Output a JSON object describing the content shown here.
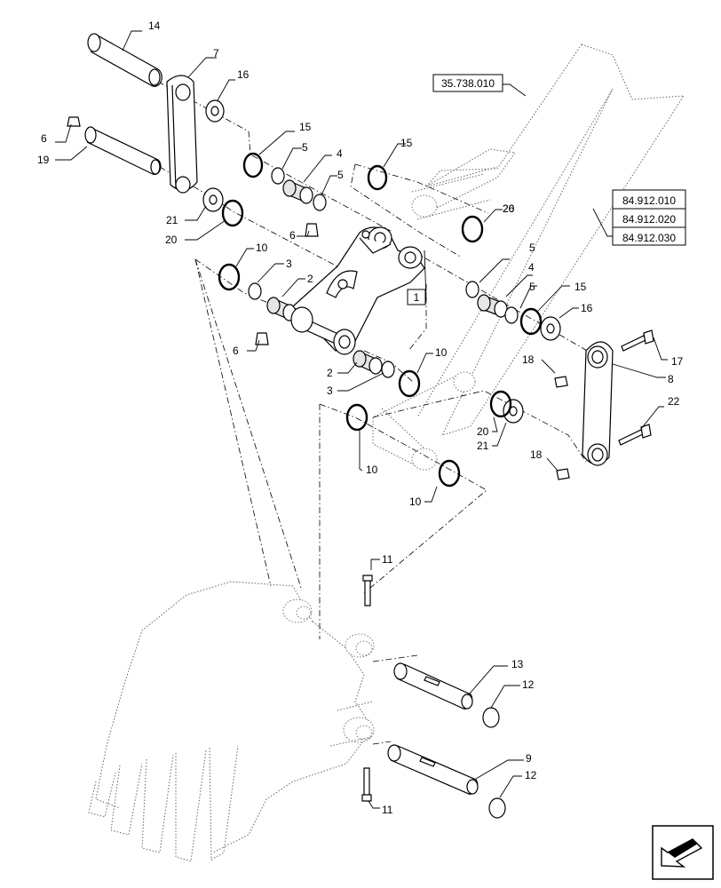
{
  "callouts": {
    "c1": "1",
    "c2a": "2",
    "c2b": "2",
    "c3a": "3",
    "c3b": "3",
    "c4a": "4",
    "c4b": "4",
    "c5a": "5",
    "c5b": "5",
    "c5c": "5",
    "c5d": "5",
    "c6a": "6",
    "c6b": "6",
    "c6c": "6",
    "c7": "7",
    "c8": "8",
    "c9": "9",
    "c10a": "10",
    "c10b": "10",
    "c10c": "10",
    "c10d": "10",
    "c11a": "11",
    "c11b": "11",
    "c12a": "12",
    "c12b": "12",
    "c13": "13",
    "c14": "14",
    "c15a": "15",
    "c15b": "15",
    "c15c": "15",
    "c16a": "16",
    "c16b": "16",
    "c17": "17",
    "c18a": "18",
    "c18b": "18",
    "c19": "19",
    "c20a": "20",
    "c20b": "20",
    "c20c": "20",
    "c21a": "21",
    "c21b": "21",
    "c22": "22",
    "c26": "26"
  },
  "references": {
    "arm_ref": "35.738.010",
    "link_refs": [
      "84.912.010",
      "84.912.020",
      "84.912.030"
    ]
  },
  "icons": {
    "corner": "arrow-icon"
  }
}
